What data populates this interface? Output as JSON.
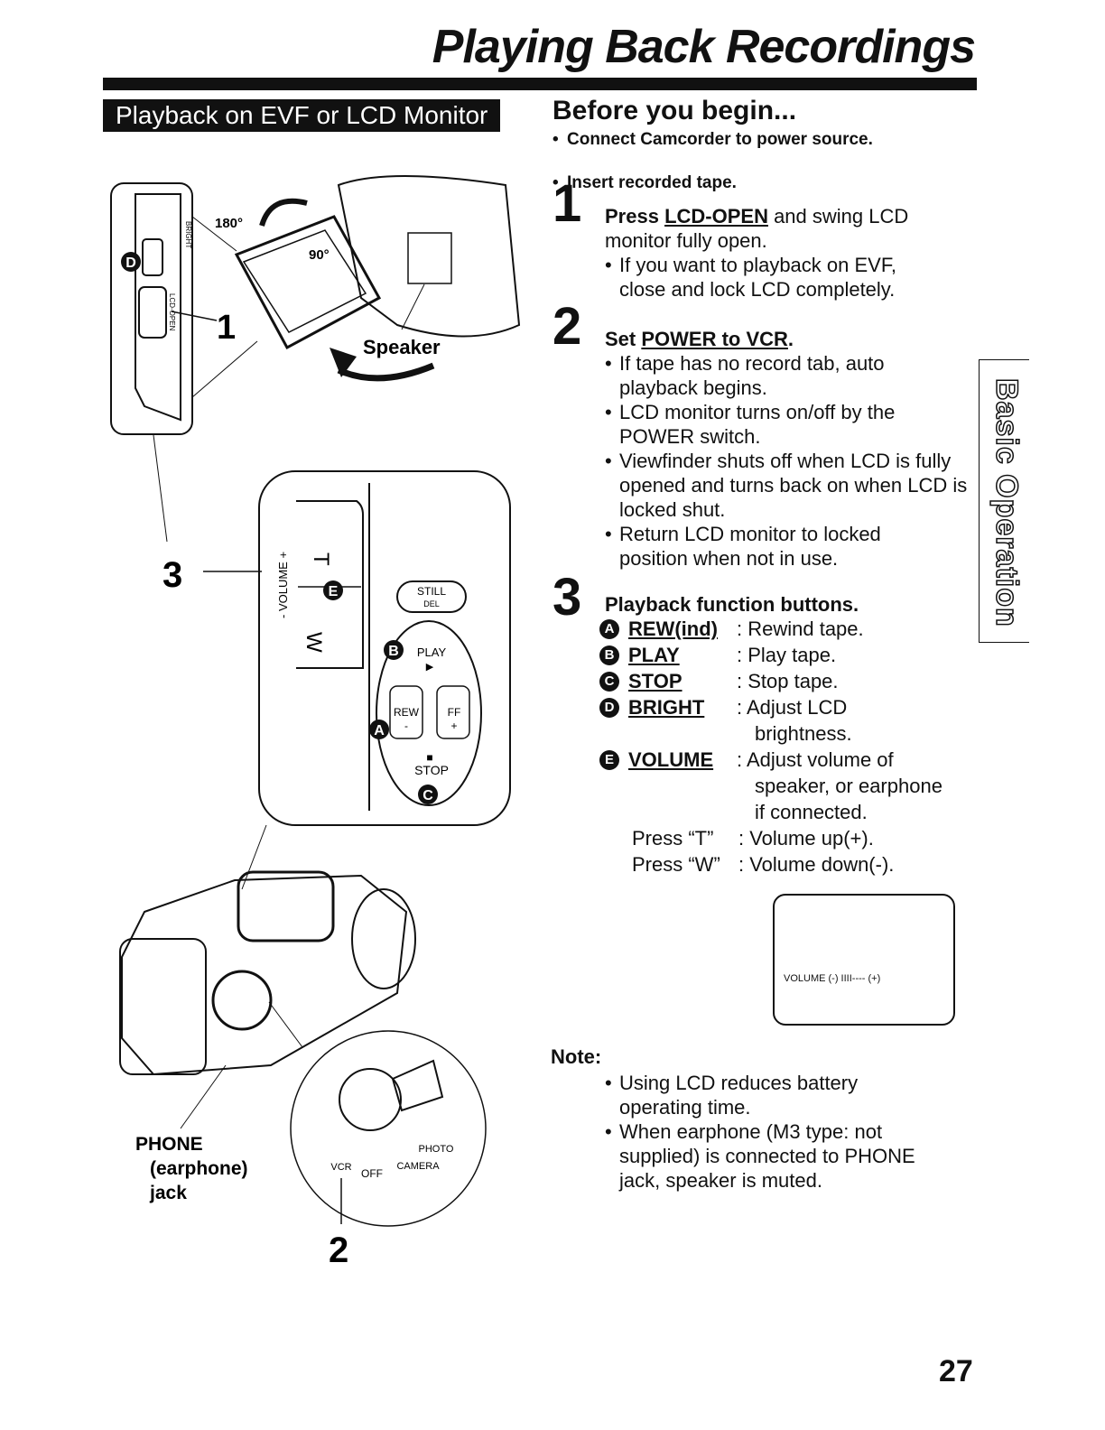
{
  "header": {
    "title": "Playing Back Recordings",
    "section": "Playback on EVF or LCD Monitor",
    "before": "Before you begin...",
    "prereqs": [
      "Connect Camcorder to power source.",
      "Insert recorded tape."
    ]
  },
  "steps": {
    "s1": {
      "num": "1",
      "a": "Press ",
      "key": "LCD-OPEN",
      "b": " and swing LCD",
      "c": "monitor fully open.",
      "bullets": [
        "If you want to playback on EVF,\nclose and lock LCD completely."
      ]
    },
    "s2": {
      "num": "2",
      "a": "Set ",
      "key": "POWER to VCR",
      "b": ".",
      "bullets": [
        "If tape has no record tab, auto playback begins.",
        "LCD monitor turns on/off by the POWER switch.",
        "Viewfinder shuts off when LCD is fully opened and turns back on when LCD is locked shut.",
        "Return LCD monitor to locked position when not in use."
      ]
    },
    "s3": {
      "num": "3",
      "head": "Playback function buttons.",
      "functions": [
        {
          "badge": "A",
          "name": "REW(ind)",
          "desc": ": Rewind tape."
        },
        {
          "badge": "B",
          "name": "PLAY",
          "desc": ": Play tape."
        },
        {
          "badge": "C",
          "name": "STOP",
          "desc": ": Stop tape."
        },
        {
          "badge": "D",
          "name": "BRIGHT",
          "desc": ": Adjust LCD",
          "desc2": "brightness."
        },
        {
          "badge": "E",
          "name": "VOLUME",
          "desc": ": Adjust volume of",
          "desc2": "speaker, or earphone",
          "desc3": "if connected."
        }
      ],
      "press_t": "Press “T”",
      "press_t_desc": ": Volume up(+).",
      "press_w": "Press “W”",
      "press_w_desc": ": Volume down(-)."
    }
  },
  "osd": {
    "volume": "VOLUME (-) IIII---- (+)"
  },
  "side_tab": "Basic Operation",
  "note": {
    "head": "Note:",
    "bullets": [
      "Using LCD reduces battery operating time.",
      "When earphone (M3 type: not supplied) is connected to PHONE jack, speaker is muted."
    ]
  },
  "illustration": {
    "angle1": "180°",
    "angle2": "90°",
    "speaker": "Speaker",
    "callout1": "1",
    "callout2": "2",
    "callout3": "3",
    "bright": "BRIGHT",
    "lcd_open": "LCD-OPEN",
    "volume": "- VOLUME +",
    "t": "T",
    "w": "W",
    "still": "STILL",
    "del": "DEL",
    "play": "PLAY",
    "rew": "REW",
    "ff": "FF",
    "minus": "-",
    "plus": "+",
    "stop": "STOP",
    "vcr": "VCR",
    "off": "OFF",
    "photo": "PHOTO",
    "camera": "CAMERA",
    "phone1": "PHONE",
    "phone2": "(earphone)",
    "phone3": "jack",
    "badgeA": "A",
    "badgeB": "B",
    "badgeC": "C",
    "badgeD": "D",
    "badgeE": "E"
  },
  "page_number": "27"
}
